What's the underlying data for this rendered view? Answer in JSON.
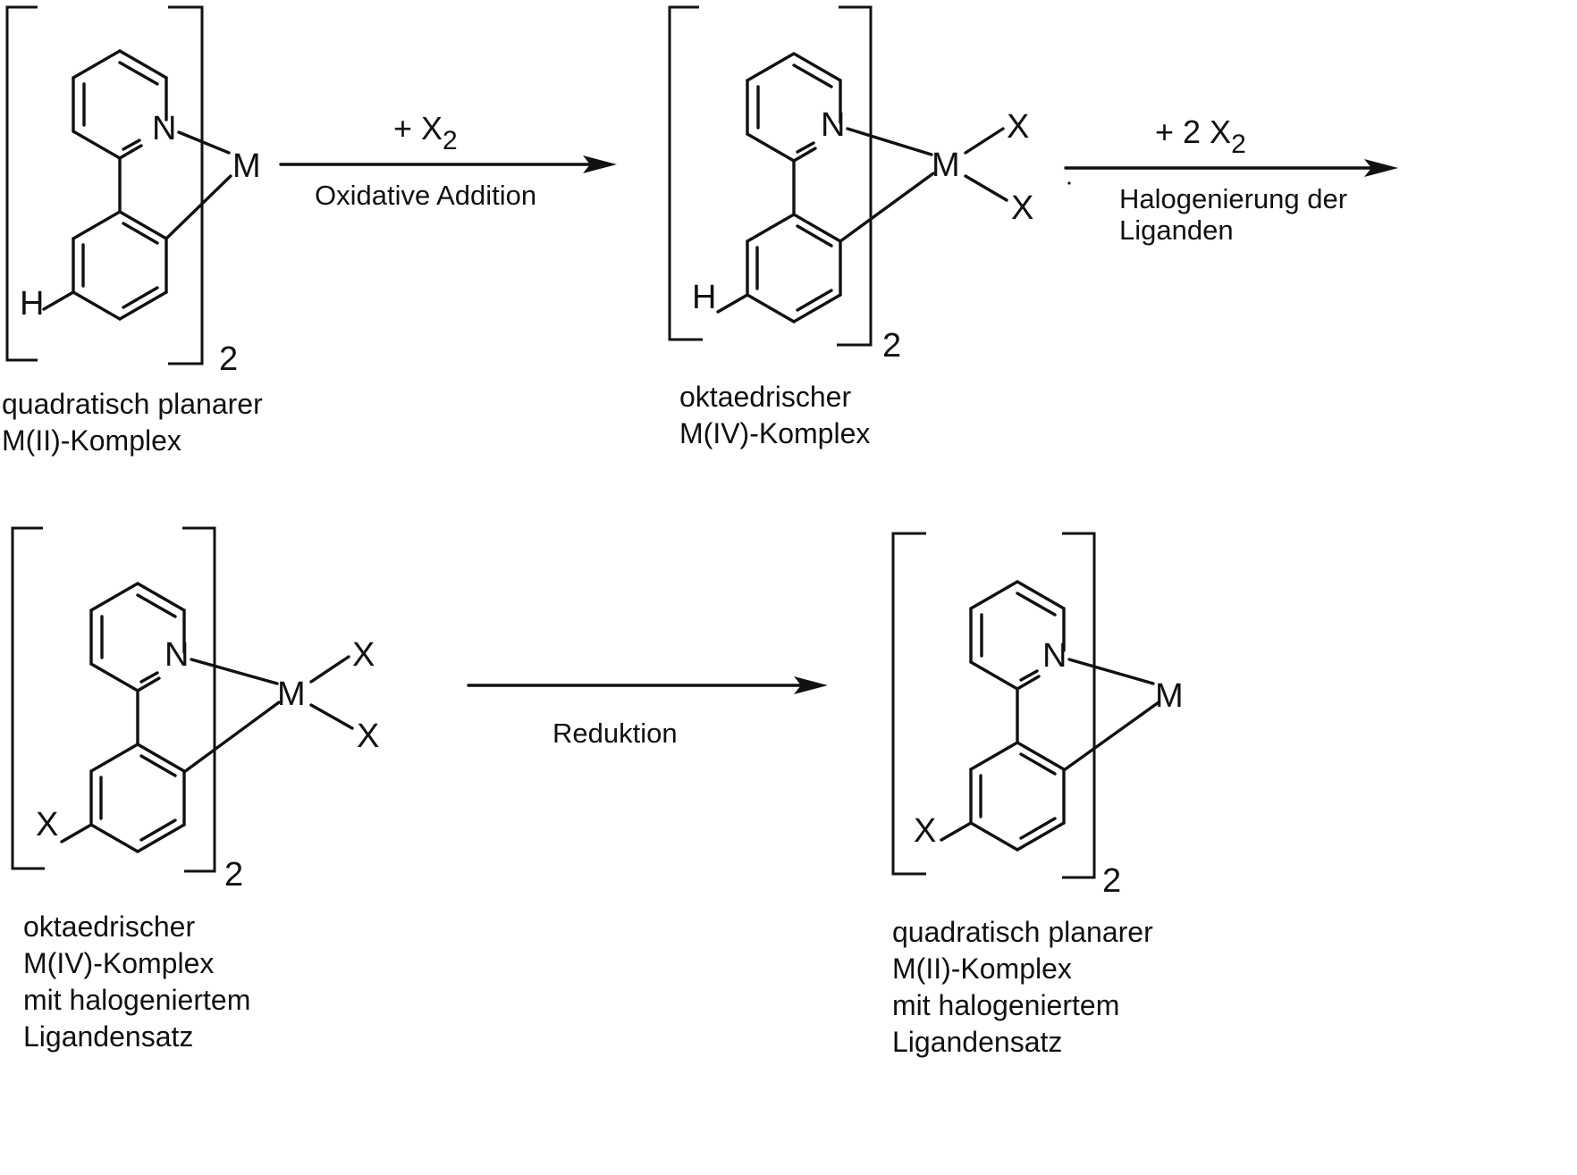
{
  "compounds": [
    {
      "atoms": {
        "nitrogen": "N",
        "metal": "M",
        "ring_substituent": "H",
        "ligand_1": "",
        "ligand_2": ""
      },
      "multiplicity": "2",
      "caption": [
        "quadratisch planarer",
        "M(II)-Komplex"
      ]
    },
    {
      "atoms": {
        "nitrogen": "N",
        "metal": "M",
        "ring_substituent": "H",
        "ligand_1": "X",
        "ligand_2": "X"
      },
      "multiplicity": "2",
      "caption": [
        "oktaedrischer",
        "M(IV)-Komplex"
      ]
    },
    {
      "atoms": {
        "nitrogen": "N",
        "metal": "M",
        "ring_substituent": "X",
        "ligand_1": "X",
        "ligand_2": "X"
      },
      "multiplicity": "2",
      "caption": [
        "oktaedrischer",
        "M(IV)-Komplex",
        "mit halogeniertem",
        "Ligandensatz"
      ]
    },
    {
      "atoms": {
        "nitrogen": "N",
        "metal": "M",
        "ring_substituent": "X",
        "ligand_1": "",
        "ligand_2": ""
      },
      "multiplicity": "2",
      "caption": [
        "quadratisch planarer",
        "M(II)-Komplex",
        "mit halogeniertem",
        "Ligandensatz"
      ]
    }
  ],
  "arrows": [
    {
      "reagent": {
        "prefix": "+ X",
        "subscript": "2"
      },
      "label": [
        "Oxidative Addition"
      ]
    },
    {
      "reagent": {
        "prefix": "+ 2 X",
        "subscript": "2"
      },
      "label": [
        "Halogenierung der",
        "Liganden"
      ]
    },
    {
      "reagent": {
        "prefix": "",
        "subscript": ""
      },
      "label": [
        "Reduktion"
      ]
    }
  ]
}
